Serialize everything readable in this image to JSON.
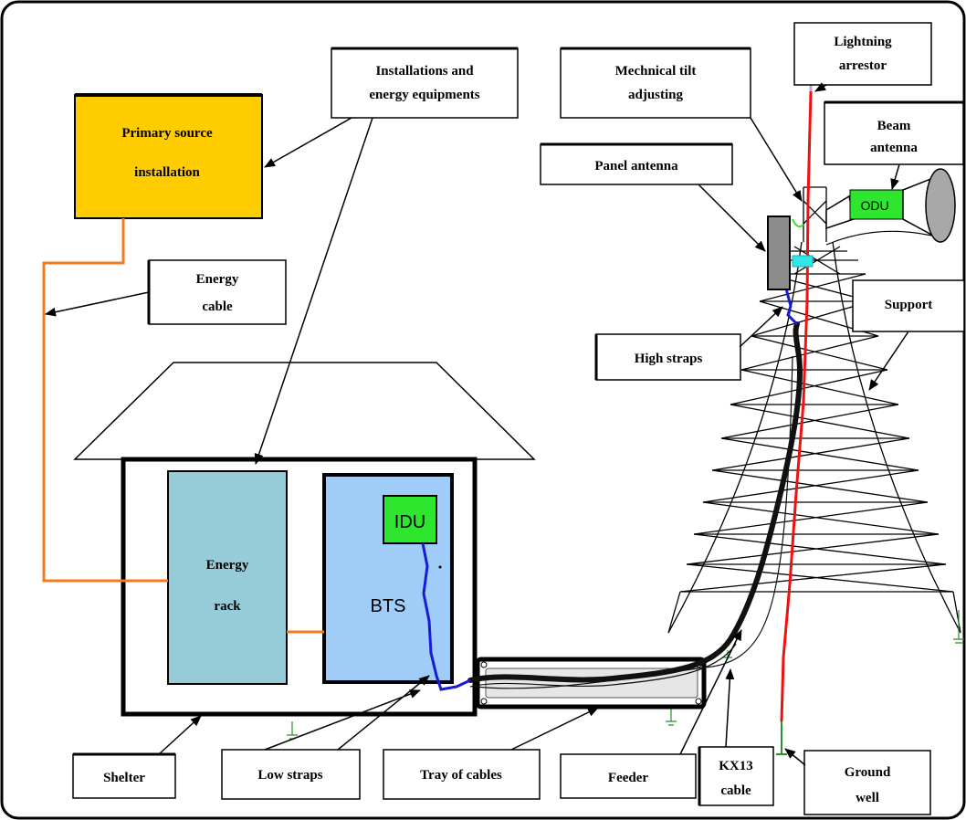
{
  "labels": {
    "installations": [
      "Installations and",
      "energy equipments"
    ],
    "primary_source": [
      "Primary source",
      "installation"
    ],
    "energy_cable": [
      "Energy",
      "cable"
    ],
    "mech_tilt": [
      "Mechnical tilt",
      "adjusting"
    ],
    "lightning": [
      "Lightning",
      "arrestor"
    ],
    "beam_antenna": [
      "Beam",
      "antenna"
    ],
    "panel_antenna": "Panel antenna",
    "support": "Support",
    "high_straps": "High straps",
    "energy_rack": [
      "Energy",
      "rack"
    ],
    "bts": "BTS",
    "idu": "IDU",
    "odu": "ODU",
    "shelter": "Shelter",
    "low_straps": "Low straps",
    "tray": "Tray of cables",
    "feeder": "Feeder",
    "kx13": [
      "KX13",
      "cable"
    ],
    "ground_well": [
      "Ground",
      "well"
    ]
  },
  "colors": {
    "primary_source_fill": "#ffcc00",
    "energy_rack_fill": "#96ccd8",
    "bts_fill": "#a0ccf8",
    "idu_fill": "#2ee62e",
    "odu_fill": "#2ee62e",
    "energy_cable": "#f47a20",
    "lightning_conductor": "#ee1111",
    "straps": "#1a1ad6",
    "feeder": "#111111",
    "antenna_panel": "#8c8c8c",
    "beam_dish": "#a8a8a8"
  }
}
